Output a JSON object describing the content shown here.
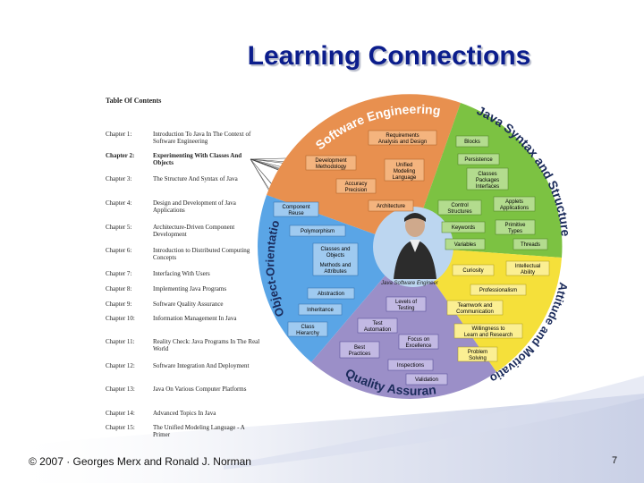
{
  "title": "Learning Connections",
  "toc": {
    "heading": "Table Of Contents",
    "chapters": [
      {
        "num": "Chapter 1:",
        "title": "Introduction To Java In The Context of Software Engineering"
      },
      {
        "num": "Chapter 2:",
        "title": "Experimenting With Classes And Objects"
      },
      {
        "num": "Chapter 3:",
        "title": "The Structure And Syntax of Java"
      },
      {
        "num": "Chapter 4:",
        "title": "Design and Development of Java Applications"
      },
      {
        "num": "Chapter 5:",
        "title": "Architecture-Driven Component Development"
      },
      {
        "num": "Chapter 6:",
        "title": "Introduction to Distributed Computing Concepts"
      },
      {
        "num": "Chapter 7:",
        "title": "Interfacing With Users"
      },
      {
        "num": "Chapter 8:",
        "title": "Implementing Java Programs"
      },
      {
        "num": "Chapter 9:",
        "title": "Software Quality Assurance"
      },
      {
        "num": "Chapter 10:",
        "title": "Information Management In Java"
      },
      {
        "num": "Chapter 11:",
        "title": "Reality Check: Java Programs In The Real World"
      },
      {
        "num": "Chapter 12:",
        "title": "Software Integration And Deployment"
      },
      {
        "num": "Chapter 13:",
        "title": "Java On Various Computer Platforms"
      },
      {
        "num": "Chapter 14:",
        "title": "Advanced Topics In Java"
      },
      {
        "num": "Chapter 15:",
        "title": "The Unified Modeling Language - A Primer"
      }
    ]
  },
  "wheel": {
    "sectors": {
      "software_engineering": "Software Engineering",
      "java_syntax": "Java Syntax and Structure",
      "object_orientation": "Object-Orientation",
      "attitude": "Attitude and Motivation",
      "quality": "Quality Assurance"
    },
    "center_caption": "Java Software Engineer",
    "boxes": {
      "requirements": [
        "Requirements",
        "Analysis and Design"
      ],
      "development_methodology": [
        "Development",
        "Methodology"
      ],
      "uml": [
        "Unified",
        "Modeling",
        "Language"
      ],
      "accuracy": [
        "Accuracy",
        "Precision"
      ],
      "architecture": [
        "Architecture"
      ],
      "blocks": [
        "Blocks"
      ],
      "persistence": [
        "Persistence"
      ],
      "classes_packages": [
        "Classes",
        "Packages",
        "Interfaces"
      ],
      "applets": [
        "Applets",
        "Applications"
      ],
      "control_structures": [
        "Control",
        "Structures"
      ],
      "primitive_types": [
        "Primitive",
        "Types"
      ],
      "keywords": [
        "Keywords"
      ],
      "variables": [
        "Variables"
      ],
      "threads": [
        "Threads"
      ],
      "component_reuse": [
        "Component",
        "Reuse"
      ],
      "polymorphism": [
        "Polymorphism"
      ],
      "classes_objects": [
        "Classes and",
        "Objects"
      ],
      "methods_attributes": [
        "Methods and",
        "Attributes"
      ],
      "abstraction": [
        "Abstraction"
      ],
      "inheritance": [
        "Inheritance"
      ],
      "class_hierarchy": [
        "Class",
        "Hierarchy"
      ],
      "curiosity": [
        "Curiosity"
      ],
      "intellectual_ability": [
        "Intellectual",
        "Ability"
      ],
      "professionalism": [
        "Professionalism"
      ],
      "teamwork": [
        "Teamwork and",
        "Communication"
      ],
      "willingness": [
        "Willingness to",
        "Learn and Research"
      ],
      "problem_solving": [
        "Problem",
        "Solving"
      ],
      "levels_testing": [
        "Levels of",
        "Testing"
      ],
      "text_automation": [
        "Test",
        "Automation"
      ],
      "focus_excellence": [
        "Focus on",
        "Excellence"
      ],
      "best_practices": [
        "Best",
        "Practices"
      ],
      "inspections": [
        "Inspections"
      ],
      "validation": [
        "Validation"
      ]
    }
  },
  "colors": {
    "title": "#0b1d8c",
    "software_engineering": "#e8904f",
    "java_syntax": "#7cc242",
    "object_orientation": "#5aa5e6",
    "attitude": "#f5e03a",
    "quality": "#9b8fc8",
    "center": "#bcd6f0"
  },
  "footer": {
    "copyright": "© 2007 · Georges Merx and Ronald J. Norman",
    "page": "7"
  }
}
